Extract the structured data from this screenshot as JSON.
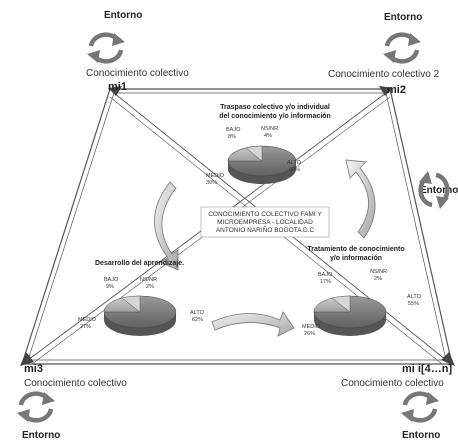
{
  "corners": {
    "top_left": {
      "entorno": "Entorno",
      "conocimiento": "Conocimiento colectivo",
      "mi": "mi1"
    },
    "top_right": {
      "entorno": "Entorno",
      "conocimiento": "Conocimiento colectivo 2",
      "mi": "mi2"
    },
    "right_side": {
      "entorno": "Entorno"
    },
    "bottom_left": {
      "mi": "mi3",
      "conocimiento": "Conocimiento colectivo",
      "entorno": "Entorno"
    },
    "bottom_right": {
      "mi": "mi i[4…n]",
      "conocimiento": "Conocimiento colectivo",
      "entorno": "Entorno"
    }
  },
  "center_box": {
    "lines": [
      "CONOCIMIENTO COLECTIVO FAMI Y",
      "MICROEMPRESA - LOCALIDAD",
      "ANTONIO NARIÑO BOGOTA D.C"
    ]
  },
  "stages": {
    "top": {
      "title_lines": [
        "Traspaso colectivo y/o individual",
        "del conocimiento y/o información"
      ],
      "slices": [
        {
          "label": "ALTO",
          "value": "60%"
        },
        {
          "label": "MEDIO",
          "value": "30%"
        },
        {
          "label": "BAJO",
          "value": "8%"
        },
        {
          "label": "NS/NR",
          "value": "4%"
        }
      ]
    },
    "left": {
      "title_lines": [
        "Desarrollo del aprendizaje."
      ],
      "slices": [
        {
          "label": "ALTO",
          "value": "62%"
        },
        {
          "label": "MEDIO",
          "value": "27%"
        },
        {
          "label": "BAJO",
          "value": "9%"
        },
        {
          "label": "NS/NR",
          "value": "2%"
        }
      ]
    },
    "right": {
      "title_lines": [
        "Tratamiento de conocimiento",
        "y/o  información"
      ],
      "slices": [
        {
          "label": "ALTO",
          "value": "55%"
        },
        {
          "label": "MEDIO",
          "value": "26%"
        },
        {
          "label": "BAJO",
          "value": "17%"
        },
        {
          "label": "NS/NR",
          "value": "2%"
        }
      ]
    }
  }
}
